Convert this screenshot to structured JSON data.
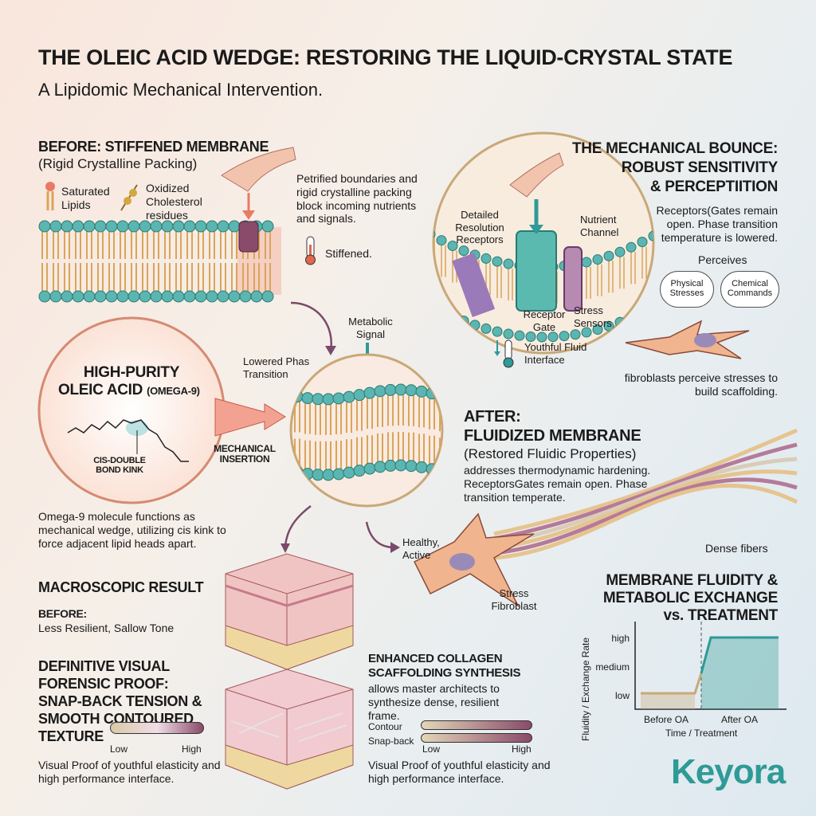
{
  "title": "THE OLEIC ACID WEDGE: RESTORING THE LIQUID-CRYSTAL STATE",
  "subtitle": "A Lipidomic Mechanical Intervention.",
  "before": {
    "heading": "BEFORE: STIFFENED MEMBRANE",
    "sub": "(Rigid Crystalline Packing)",
    "legend": [
      {
        "label": "Saturated Lipids",
        "icon": "lipid-icon"
      },
      {
        "label": "Oxidized Cholesterol residues",
        "icon": "cholesterol-icon"
      }
    ],
    "desc": "Petrified boundaries and rigid crystalline packing block incoming nutrients and signals.",
    "temp_label": "Stiffened."
  },
  "bounce": {
    "heading": [
      "THE MECHANICAL BOUNCE:",
      "ROBUST SENSITIVITY",
      "& PERCEPTIITION"
    ],
    "desc": "Receptors(Gates remain open. Phase transition temperature is lowered.",
    "labels": {
      "receptors": "Detailed Resolution Receptors",
      "channel": "Nutrient Channel",
      "gate": "Receptor Gate",
      "sensors": "Stress Sensors",
      "interface": "Youthful Fluid Interface"
    },
    "perceives": "Perceives",
    "clouds": [
      "Physical Stresses",
      "Chemical Commands"
    ],
    "fibroblast_text": "fibroblasts perceive stresses to build scaffolding."
  },
  "oleic": {
    "title1": "HIGH-PURITY",
    "title2": "OLEIC ACID",
    "title_small": "(OMEGA-9)",
    "kink": "CIS-DOUBLE BOND KINK",
    "desc": "Omega-9 molecule functions as mechanical wedge, utilizing cis kink to force adjacent lipid heads apart.",
    "arrow_label": "MECHANICAL INSERTION"
  },
  "middle": {
    "signal": "Metabolic Signal",
    "phase": "Lowered Phas Transition",
    "healthy": "Healthy, Active"
  },
  "after": {
    "heading1": "AFTER:",
    "heading2": "FLUIDIZED MEMBRANE",
    "sub": "(Restored Fluidic Properties)",
    "desc": "addresses thermodynamic hardening. ReceptorsGates remain open. Phase transition temperate."
  },
  "fibers": {
    "dense": "Dense fibers",
    "fibroblast": "Stress Fibroblast"
  },
  "macro": {
    "heading": "MACROSCOPIC RESULT",
    "before_label": "BEFORE:",
    "before_desc": "Less Resilient, Sallow Tone",
    "proof_heading": [
      "DEFINITIVE VISUAL",
      "FORENSIC PROOF:",
      "SNAP-BACK TENSION &",
      "SMOOTH CONTOURED",
      "TEXTURE"
    ],
    "low": "Low",
    "high": "High",
    "proof_desc": "Visual Proof of youthful elasticity and high performance interface."
  },
  "collagen": {
    "heading": [
      "ENHANCED COLLAGEN",
      "SCAFFOLDING SYNTHESIS"
    ],
    "desc": "allows master architects to synthesize dense, resilient frame.",
    "bars": [
      "Contour",
      "Snap-back"
    ],
    "low": "Low",
    "high": "High",
    "proof_desc": "Visual Proof of youthful elasticity and high performance interface."
  },
  "chart_data": {
    "type": "line",
    "title": [
      "MEMBRANE FLUIDITY &",
      "METABOLIC EXCHANGE",
      "vs. TREATMENT"
    ],
    "xlabel": "Time / Treatment",
    "ylabel": "Fluidity / Exchange Rate",
    "categories": [
      "Before OA",
      "After OA"
    ],
    "y_ticks": [
      "low",
      "medium",
      "high"
    ],
    "series": [
      {
        "values": [
          "low",
          "high"
        ]
      }
    ],
    "colors": {
      "before": "#c9a878",
      "after": "#2f9a96"
    },
    "grid": false
  },
  "logo": "Keyora",
  "colors": {
    "teal": "#2f9a96",
    "lipid_tail": "#d9a55a",
    "head": "#5bb5b0",
    "plum": "#8a4a6a",
    "salmon": "#e97b63"
  }
}
